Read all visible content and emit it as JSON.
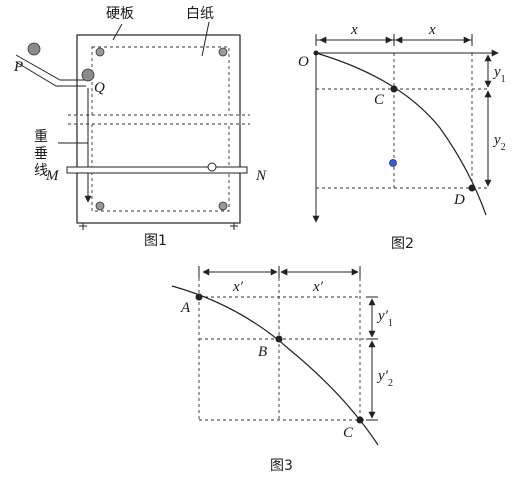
{
  "figure1": {
    "caption": "图1",
    "label_board": "硬板",
    "label_paper": "白纸",
    "label_plumb_1": "重",
    "label_plumb_2": "垂",
    "label_plumb_3": "线",
    "label_P": "P",
    "label_Q": "Q",
    "label_M": "M",
    "label_N": "N"
  },
  "figure2": {
    "caption": "图2",
    "label_O": "O",
    "label_C": "C",
    "label_D": "D",
    "label_x1": "x",
    "label_x2": "x",
    "label_y1_main": "y",
    "label_y1_sub": "1",
    "label_y2_main": "y",
    "label_y2_sub": "2"
  },
  "figure3": {
    "caption": "图3",
    "label_A": "A",
    "label_B": "B",
    "label_C": "C",
    "label_x1": "x′",
    "label_x2": "x′",
    "label_y1_main": "y′",
    "label_y1_sub": "1",
    "label_y2_main": "y′",
    "label_y2_sub": "2"
  },
  "colors": {
    "line": "#222222",
    "rod_accent": "#8a3fb5",
    "ball_fill": "#3b5bd6"
  }
}
